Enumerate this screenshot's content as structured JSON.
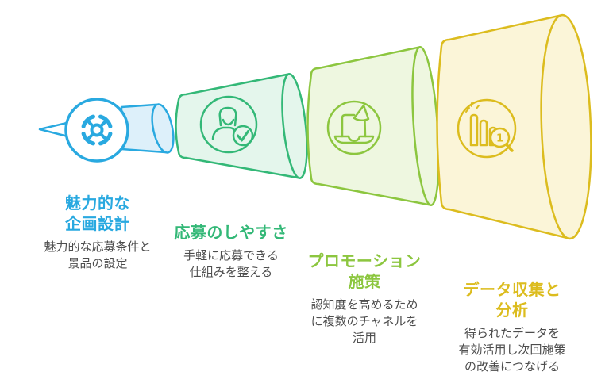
{
  "diagram": {
    "kind": "campaign-funnel-steps",
    "background": "#ffffff",
    "description_color": "#4d4d4d",
    "analysis_badge": "1",
    "stages": [
      {
        "id": "planning",
        "title": "魅力的な\n企画設計",
        "description": "魅力的な応募条件と\n景品の設定",
        "color": "#29a9e0",
        "fill": "#ddf0fa",
        "icon": "target-wheel-icon"
      },
      {
        "id": "easy-entry",
        "title": "応募のしやすさ",
        "description": "手軽に応募できる\n仕組みを整える",
        "color": "#33b877",
        "fill": "#e4f6ec",
        "icon": "applicant-check-icon"
      },
      {
        "id": "promotion",
        "title": "プロモーション\n施策",
        "description": "認知度を高めるため\nに複数のチャネルを\n活用",
        "color": "#8cc63f",
        "fill": "#eef7e0",
        "icon": "laptop-megaphone-icon"
      },
      {
        "id": "data-analysis",
        "title": "データ収集と\n分析",
        "description": "得られたデータを\n有効活用し次回施策\nの改善につなげる",
        "color": "#dcbc1e",
        "fill": "#fbf5d8",
        "icon": "chart-magnifier-icon"
      }
    ]
  }
}
